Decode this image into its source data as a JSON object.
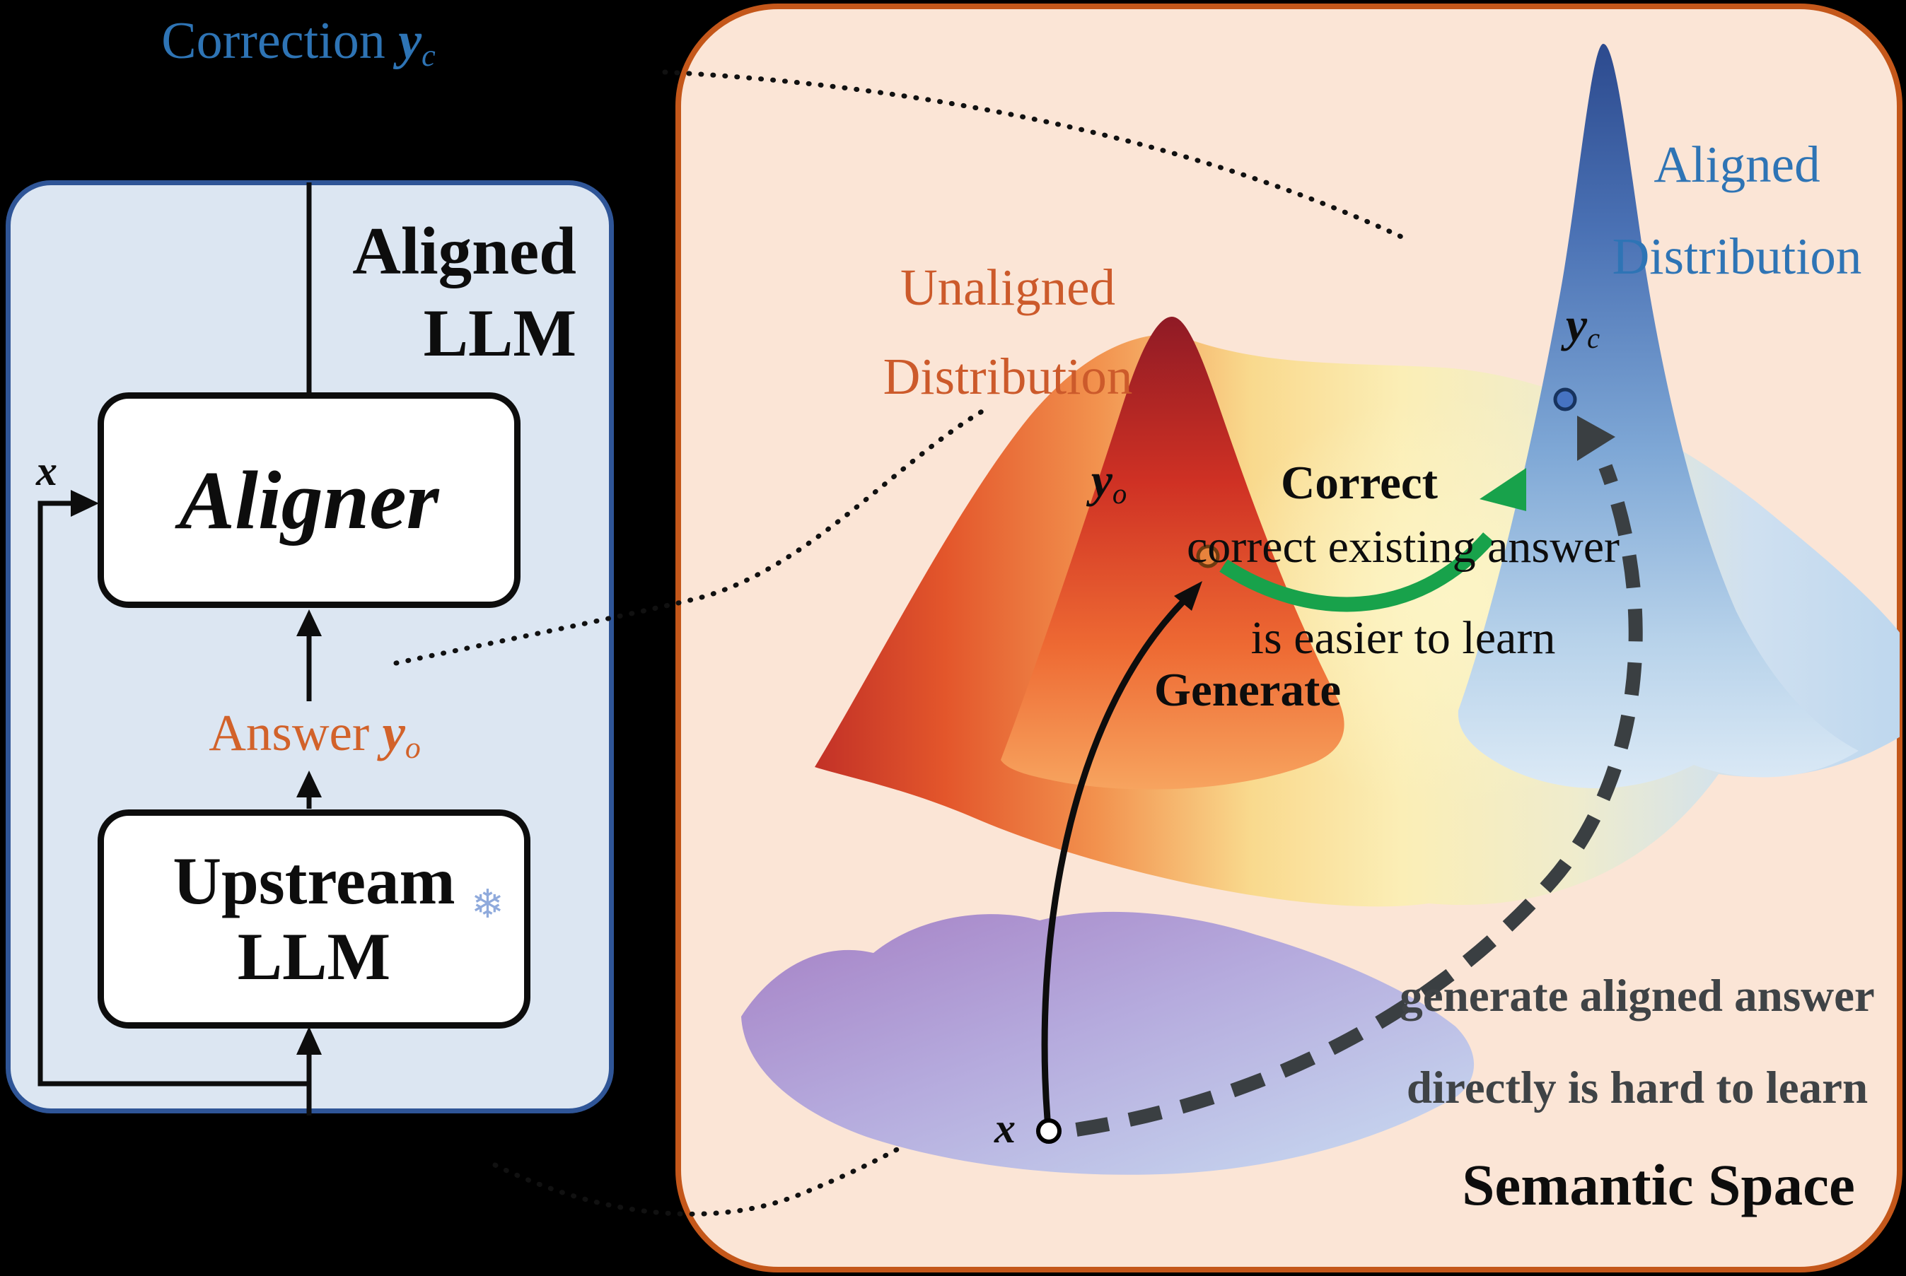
{
  "figure": {
    "type": "diagram",
    "description_left": "Aligned LLM pipeline: Upstream LLM generates Answer which Aligner corrects",
    "description_right": "Semantic space with unaligned and aligned distributions"
  },
  "left_panel": {
    "correction_label": {
      "prefix": "Correction ",
      "var": "y",
      "sub": "c"
    },
    "box_title": {
      "line1": "Aligned",
      "line2": "LLM"
    },
    "aligner_box": {
      "label": "Aligner"
    },
    "answer_label": {
      "prefix": "Answer ",
      "var": "y",
      "sub": "o"
    },
    "upstream_box": {
      "line1": "Upstream",
      "line2": "LLM"
    },
    "snowflake_icon": {
      "name": "snowflake-icon",
      "glyph": "❄"
    },
    "input_label": "x"
  },
  "right_panel": {
    "unaligned_distribution": {
      "line1": "Unaligned",
      "line2": "Distribution"
    },
    "aligned_distribution": {
      "line1": "Aligned",
      "line2": "Distribution"
    },
    "correct_arrow_label": "Correct",
    "generate_arrow_label": "Generate",
    "correct_note": {
      "line1": "correct existing answer",
      "line2": "is easier to learn"
    },
    "generate_note": {
      "line1": "generate aligned answer",
      "line2": "directly is hard to learn"
    },
    "space_label": "Semantic Space",
    "points": {
      "yo": {
        "var": "y",
        "sub": "o"
      },
      "yc": {
        "var": "y",
        "sub": "c"
      },
      "x": {
        "label": "x"
      }
    }
  },
  "colors": {
    "background": "#000000",
    "blue_panel_fill": "#dce6f2",
    "blue_panel_border": "#2f5597",
    "orange_panel_fill": "#fbe5d6",
    "orange_panel_border": "#c4571a",
    "blue_text": "#2e74b5",
    "orange_text": "#cc5a2b",
    "answer_text": "#d2622a",
    "dark_note_text": "#3f4346",
    "green_arrow": "#18a24b",
    "dashed_arrow": "#3a3f42",
    "yo_point_fill": "#e8833c",
    "yo_point_ring": "#6e3b10",
    "yc_point_fill": "#4673c2",
    "yc_point_ring": "#17335e",
    "x_point_fill": "#ffffff",
    "snowflake": "#8faadc"
  }
}
